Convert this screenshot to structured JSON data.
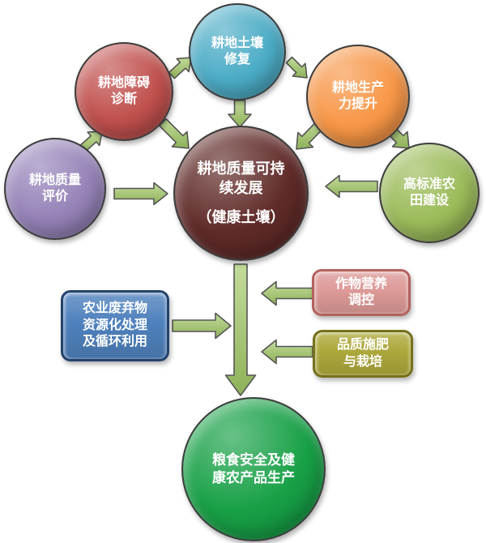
{
  "diagram": {
    "arrow_color": "#a3c965",
    "arrow_outline": "#555555",
    "circle_outline": "#3d3d3d",
    "center": {
      "label": "耕地质量可持\n续发展",
      "sublabel": "（健康土壤）",
      "color": "#5f2a28"
    },
    "nodes": {
      "soil_remediation": {
        "label": "耕地土壤\n修复",
        "color": "#4bacc6"
      },
      "obstacle_diagnosis": {
        "label": "耕地障碍\n诊断",
        "color": "#c0504d"
      },
      "quality_evaluation": {
        "label": "耕地质量\n评价",
        "color": "#9582b8"
      },
      "productivity_boost": {
        "label": "耕地生产\n力提升",
        "color": "#f79646"
      },
      "high_standard_farmland": {
        "label": "高标准农\n田建设",
        "color": "#9bbb59"
      },
      "food_safety": {
        "label": "粮食安全及健\n康农产品生产",
        "color": "#17a046"
      },
      "waste_recycling": {
        "label": "农业废弃物\n资源化处理\n及循环利用",
        "color": "#4f81bd",
        "border": "#24436b"
      },
      "crop_nutrition": {
        "label": "作物营养\n调控",
        "color": "#dd9a98",
        "border": "#b4615f"
      },
      "quality_fertilization": {
        "label": "品质施肥\n与栽培",
        "color": "#ada83b",
        "border": "#75711c"
      }
    }
  }
}
